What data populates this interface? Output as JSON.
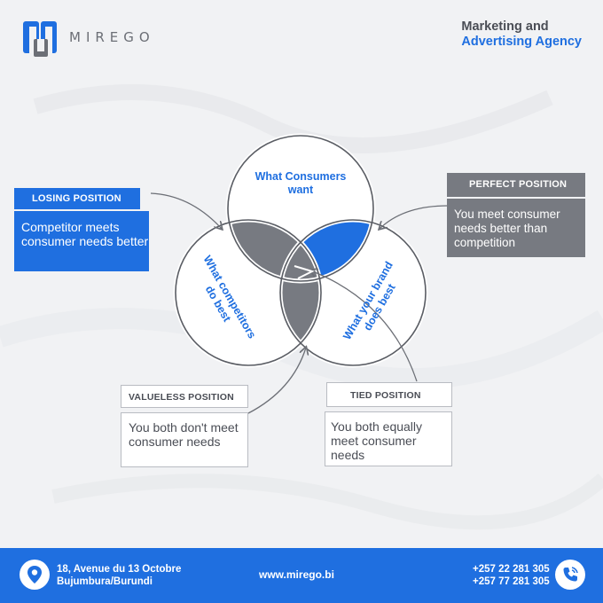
{
  "brand": {
    "logo_text": "MIREGO",
    "tagline_line1": "Marketing and",
    "tagline_line2": "Advertising Agency"
  },
  "diagram": {
    "circle_top": "What Consumers want",
    "circle_left": "What competitors do best",
    "circle_right": "What your brand does best"
  },
  "positions": {
    "losing": {
      "title": "LOSING POSITION",
      "text": "Competitor meets consumer needs better"
    },
    "perfect": {
      "title": "PERFECT POSITION",
      "text": "You meet consumer needs better than competition"
    },
    "valueless": {
      "title": "VALUELESS POSITION",
      "text": "You both don't meet consumer needs"
    },
    "tied": {
      "title": "TIED POSITION",
      "text": "You both equally meet consumer needs"
    }
  },
  "footer": {
    "address_line1": "18, Avenue du 13 Octobre",
    "address_line2": "Bujumbura/Burundi",
    "website": "www.mirego.bi",
    "phone1": "+257 22 281 305",
    "phone2": "+257 77 281 305"
  },
  "colors": {
    "brand_blue": "#1f6fe0",
    "gray_dark": "#777a81",
    "text_gray": "#4a4d55"
  },
  "icons": [
    "logo-mark",
    "location-pin-icon",
    "phone-icon"
  ]
}
